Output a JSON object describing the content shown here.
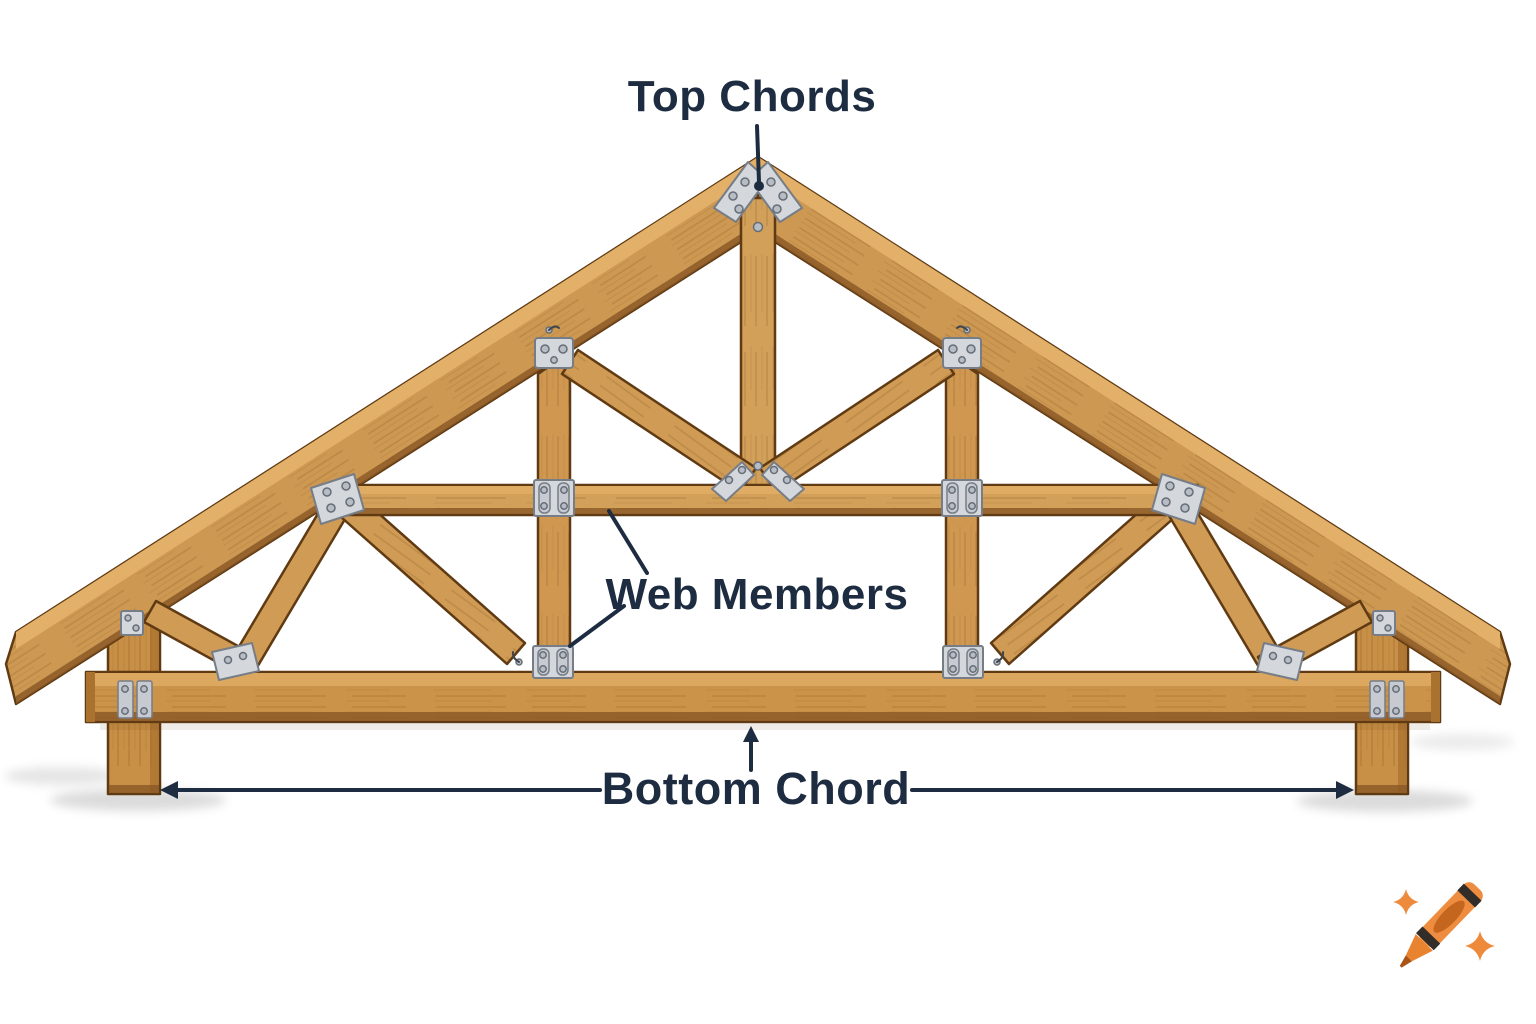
{
  "labels": {
    "top_chords": "Top Chords",
    "web_members": "Web Members",
    "bottom_chord": "Bottom Chord"
  },
  "annotation": {
    "text_color": "#1d2c40",
    "line_color": "#1d2c40"
  },
  "illustration": {
    "wood_color": "#cd9851",
    "wood_highlight": "#e3b069",
    "wood_outline": "#5f3a12",
    "plate_color": "#d4d7db"
  },
  "logo": {
    "icon": "crayon-with-sparkles-icon",
    "color": "#ed8a3b"
  }
}
